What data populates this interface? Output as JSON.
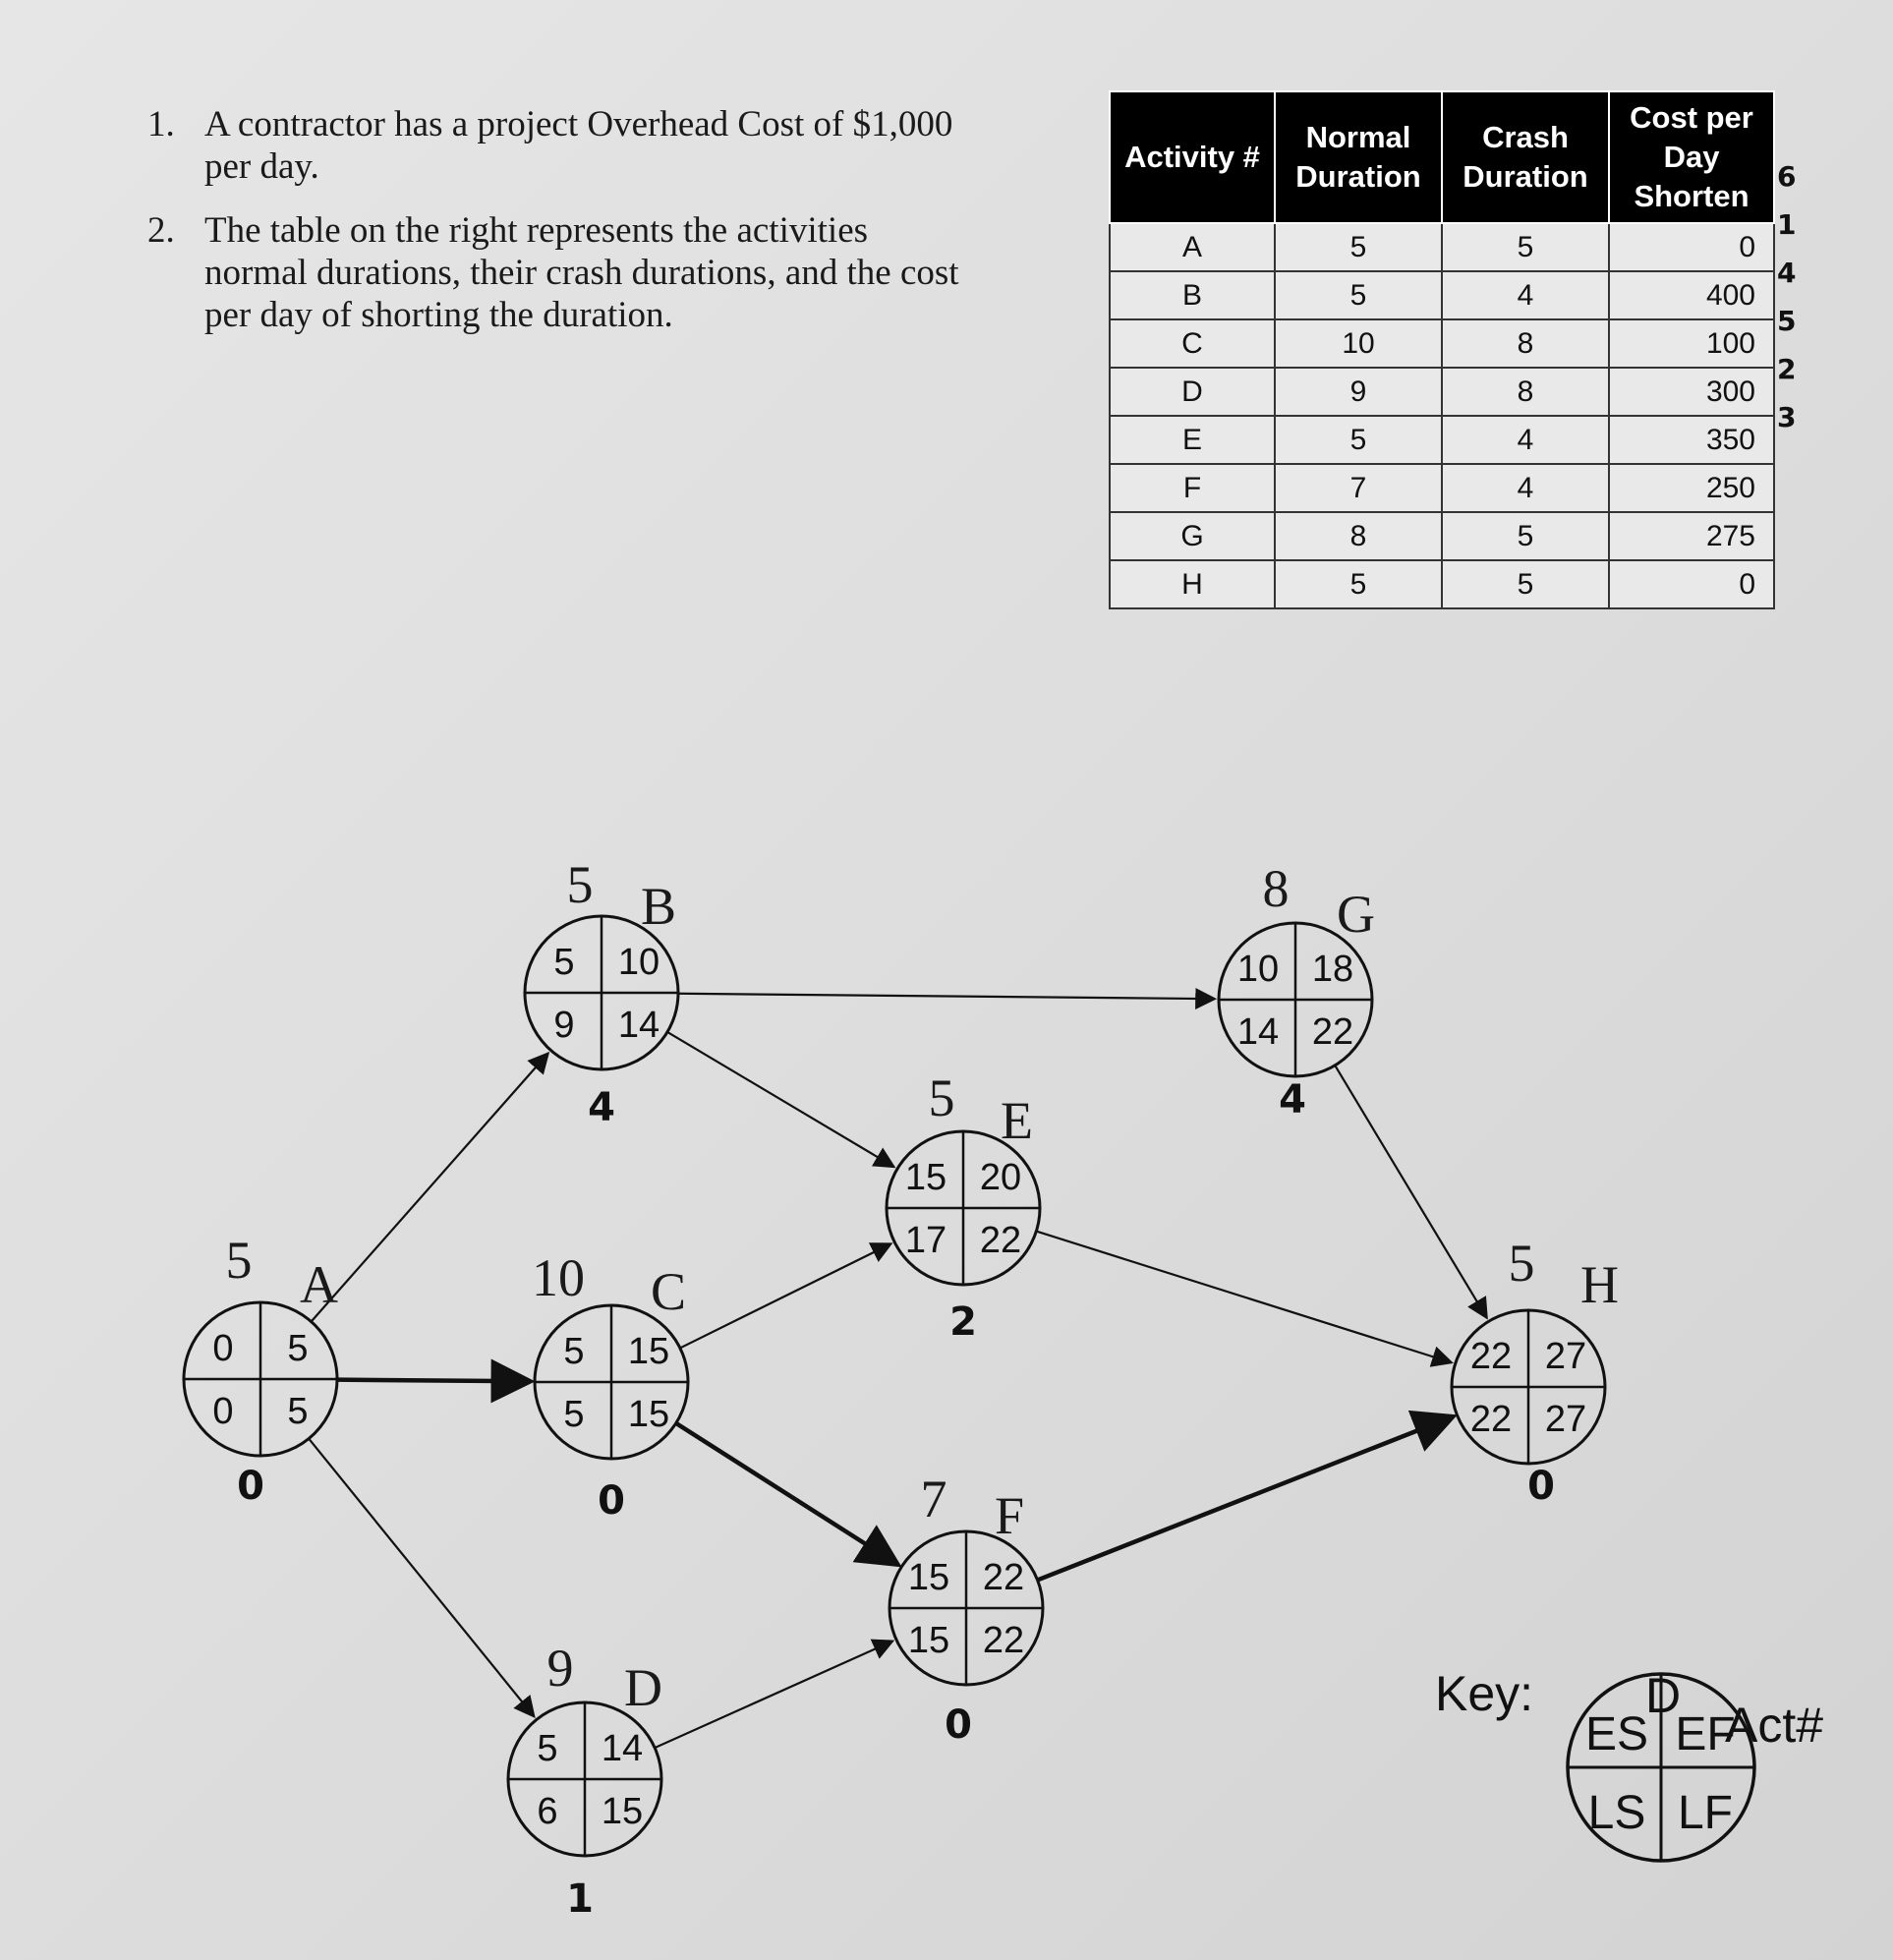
{
  "problems": [
    {
      "number": "1.",
      "text": "A contractor has a project Overhead Cost of $1,000 per day."
    },
    {
      "number": "2.",
      "text": "The table on the right represents the activities normal durations, their crash durations, and the cost per day of shorting the duration."
    }
  ],
  "table": {
    "headers": [
      "Activity #",
      "Normal Duration",
      "Crash Duration",
      "Cost per Day Shorten"
    ],
    "rows": [
      {
        "activity": "A",
        "normal": "5",
        "crash": "5",
        "cost": "0",
        "rank": ""
      },
      {
        "activity": "B",
        "normal": "5",
        "crash": "4",
        "cost": "400",
        "rank": "6"
      },
      {
        "activity": "C",
        "normal": "10",
        "crash": "8",
        "cost": "100",
        "rank": "1"
      },
      {
        "activity": "D",
        "normal": "9",
        "crash": "8",
        "cost": "300",
        "rank": "4"
      },
      {
        "activity": "E",
        "normal": "5",
        "crash": "4",
        "cost": "350",
        "rank": "5"
      },
      {
        "activity": "F",
        "normal": "7",
        "crash": "4",
        "cost": "250",
        "rank": "2"
      },
      {
        "activity": "G",
        "normal": "8",
        "crash": "5",
        "cost": "275",
        "rank": "3"
      },
      {
        "activity": "H",
        "normal": "5",
        "crash": "5",
        "cost": "0",
        "rank": ""
      }
    ]
  },
  "nodes": {
    "A": {
      "duration": "5",
      "name": "A",
      "es": "0",
      "ef": "5",
      "ls": "0",
      "lf": "5",
      "slack": "0"
    },
    "B": {
      "duration": "5",
      "name": "B",
      "es": "5",
      "ef": "10",
      "ls": "9",
      "lf": "14",
      "slack": "4"
    },
    "C": {
      "duration": "10",
      "name": "C",
      "es": "5",
      "ef": "15",
      "ls": "5",
      "lf": "15",
      "slack": "0"
    },
    "D": {
      "duration": "9",
      "name": "D",
      "es": "5",
      "ef": "14",
      "ls": "6",
      "lf": "15",
      "slack": "1"
    },
    "E": {
      "duration": "5",
      "name": "E",
      "es": "15",
      "ef": "20",
      "ls": "17",
      "lf": "22",
      "slack": "2"
    },
    "F": {
      "duration": "7",
      "name": "F",
      "es": "15",
      "ef": "22",
      "ls": "15",
      "lf": "22",
      "slack": "0"
    },
    "G": {
      "duration": "8",
      "name": "G",
      "es": "10",
      "ef": "18",
      "ls": "14",
      "lf": "22",
      "slack": "4"
    },
    "H": {
      "duration": "5",
      "name": "H",
      "es": "22",
      "ef": "27",
      "ls": "22",
      "lf": "27",
      "slack": "0"
    }
  },
  "edges": [
    {
      "from": "A",
      "to": "B",
      "critical": false
    },
    {
      "from": "A",
      "to": "C",
      "critical": true
    },
    {
      "from": "A",
      "to": "D",
      "critical": false
    },
    {
      "from": "B",
      "to": "G",
      "critical": false
    },
    {
      "from": "B",
      "to": "E",
      "critical": false
    },
    {
      "from": "C",
      "to": "E",
      "critical": false
    },
    {
      "from": "C",
      "to": "F",
      "critical": true
    },
    {
      "from": "D",
      "to": "F",
      "critical": false
    },
    {
      "from": "E",
      "to": "H",
      "critical": false
    },
    {
      "from": "G",
      "to": "H",
      "critical": false
    },
    {
      "from": "F",
      "to": "H",
      "critical": true
    }
  ],
  "key": {
    "label": "Key:",
    "act_letter": "D",
    "act_label": "Act#",
    "es": "ES",
    "ef": "EF",
    "ls": "LS",
    "lf": "LF"
  }
}
